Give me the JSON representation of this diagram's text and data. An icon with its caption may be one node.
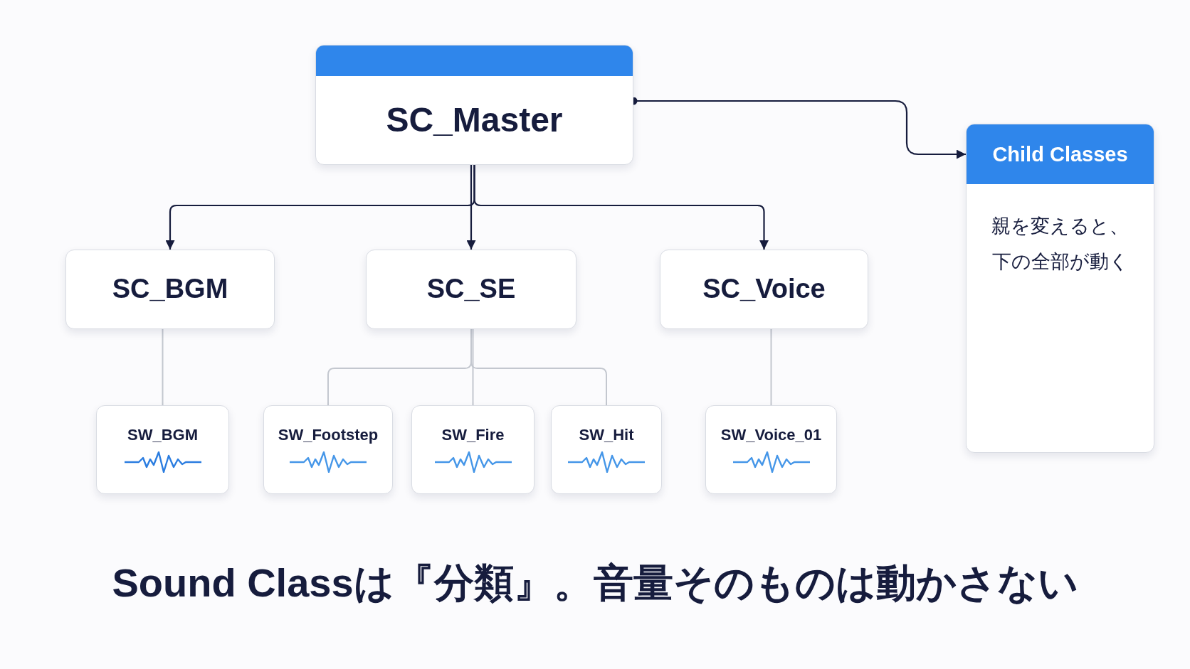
{
  "diagram": {
    "nodes": [
      {
        "text": [
          "SC_Master"
        ]
      },
      {
        "text": [
          "Child Classes",
          "親を変えると、下の全部が動く"
        ]
      },
      {
        "text": [
          "SC_BGM"
        ]
      },
      {
        "text": [
          "SC_SE"
        ]
      },
      {
        "text": [
          "SC_Voice"
        ]
      },
      {
        "text": [
          "SW_BGM"
        ]
      },
      {
        "text": [
          "SW_Footstep"
        ]
      },
      {
        "text": [
          "SW_Fire"
        ]
      },
      {
        "text": [
          "SW_Hit"
        ]
      },
      {
        "text": [
          "SW_Voice_01"
        ]
      }
    ],
    "edges": [
      {
        "from": 0,
        "to": 2,
        "arrow": "to",
        "color": "#161c3d"
      },
      {
        "from": 0,
        "to": 3,
        "arrow": "to",
        "color": "#161c3d"
      },
      {
        "from": 0,
        "to": 4,
        "arrow": "to",
        "color": "#161c3d"
      },
      {
        "from": 0,
        "to": 1,
        "arrow": "to",
        "color": "#161c3d"
      },
      {
        "from": 2,
        "to": 5,
        "arrow": "none"
      },
      {
        "from": 3,
        "to": 6,
        "arrow": "none"
      },
      {
        "from": 3,
        "to": 7,
        "arrow": "none"
      },
      {
        "from": 3,
        "to": 8,
        "arrow": "none"
      },
      {
        "from": 4,
        "to": 9,
        "arrow": "none"
      }
    ],
    "caption": "Sound Classは『分類』。音量そのものは動かさない"
  }
}
